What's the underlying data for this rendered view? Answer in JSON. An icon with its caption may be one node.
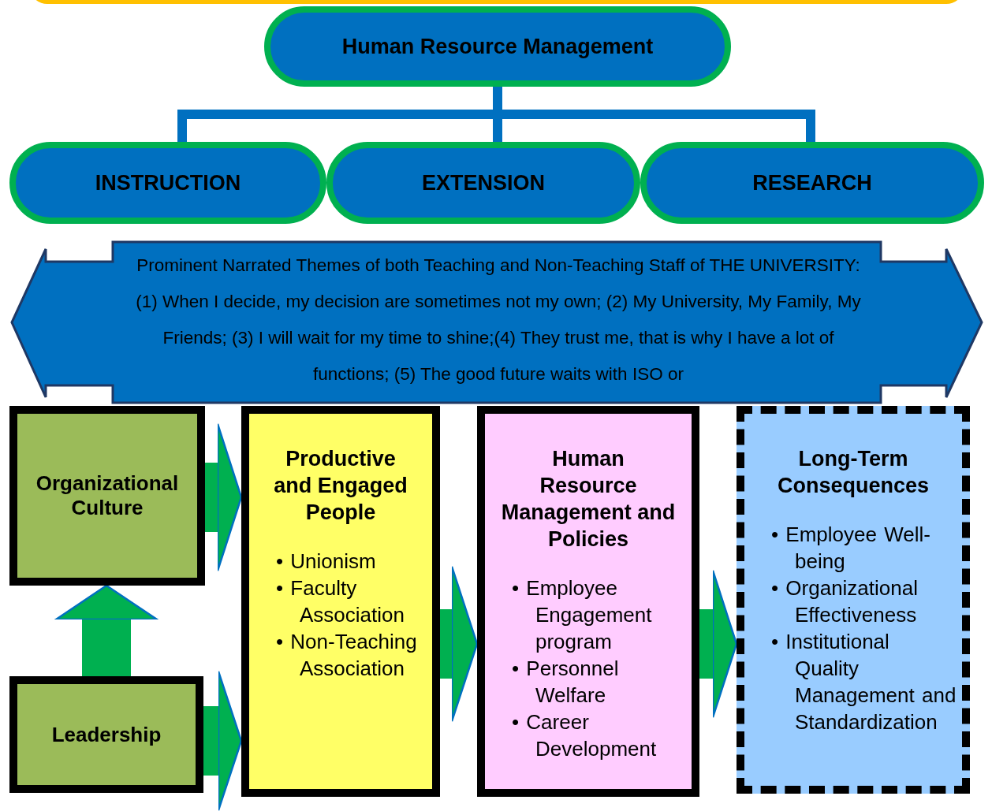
{
  "diagram": {
    "nodes": [
      {
        "text": [
          "Human Resource Management"
        ]
      },
      {
        "text": [
          "INSTRUCTION"
        ]
      },
      {
        "text": [
          "EXTENSION"
        ]
      },
      {
        "text": [
          "RESEARCH"
        ]
      },
      {
        "text": [
          "Prominent Narrated Themes of both Teaching and Non-Teaching Staff of THE UNIVERSITY: (1) When I decide, my decision are sometimes not my own; (2) My University, My Family, My Friends; (3) I will wait for my time to shine;(4) They trust me, that is why I have a lot of functions; (5) The good future waits with ISO or"
        ]
      },
      {
        "text": [
          "Organizational Culture"
        ]
      },
      {
        "text": [
          "Leadership"
        ]
      },
      {
        "text": [
          "Productive and Engaged People",
          "• Unionism",
          "• Faculty Association",
          "• Non-Teaching Association"
        ]
      },
      {
        "text": [
          "Human Resource Management and Policies",
          "• Employee Engagement program",
          "• Personnel Welfare",
          "• Career Development"
        ]
      },
      {
        "text": [
          "Long-Term Consequences",
          "• Employee Well-being",
          "• Organizational Effectiveness",
          "• Institutional Quality Management and Standardization"
        ]
      }
    ],
    "edges": [
      {
        "from": 0,
        "to": 1,
        "arrow": "none",
        "color": "#0070c0"
      },
      {
        "from": 0,
        "to": 2,
        "arrow": "none",
        "color": "#0070c0"
      },
      {
        "from": 0,
        "to": 3,
        "arrow": "none",
        "color": "#0070c0"
      },
      {
        "from": 6,
        "to": 5,
        "arrow": "to"
      },
      {
        "from": 5,
        "to": 7,
        "arrow": "to"
      },
      {
        "from": 6,
        "to": 7,
        "arrow": "to"
      },
      {
        "from": 7,
        "to": 8,
        "arrow": "to"
      },
      {
        "from": 8,
        "to": 9,
        "arrow": "to"
      }
    ]
  }
}
